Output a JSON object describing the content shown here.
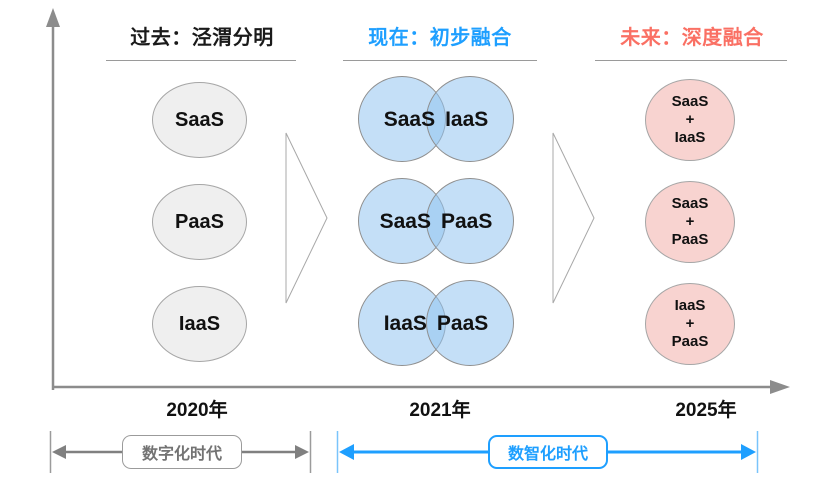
{
  "colors": {
    "present_blue": "#1E9FFF",
    "future_coral": "#FA7064",
    "axis_gray": "#8C8C8C",
    "past_circle_fill": "#EFEFEF",
    "venn_circle_fill": "#C5DFF7",
    "venn_overlap_fill": "#A3CBF3",
    "future_circle_fill": "#F8D3D0"
  },
  "columns": [
    {
      "title": "过去：泾渭分明",
      "year": "2020年",
      "circles": [
        "SaaS",
        "PaaS",
        "IaaS"
      ]
    },
    {
      "title": "现在：初步融合",
      "year": "2021年",
      "venn_pairs": [
        [
          "SaaS",
          "IaaS"
        ],
        [
          "SaaS",
          "PaaS"
        ],
        [
          "IaaS",
          "PaaS"
        ]
      ]
    },
    {
      "title": "未来：深度融合",
      "year": "2025年",
      "merged": [
        [
          "SaaS",
          "+",
          "IaaS"
        ],
        [
          "SaaS",
          "+",
          "PaaS"
        ],
        [
          "IaaS",
          "+",
          "PaaS"
        ]
      ]
    }
  ],
  "timeline": {
    "left_era": "数字化时代",
    "right_era": "数智化时代"
  }
}
